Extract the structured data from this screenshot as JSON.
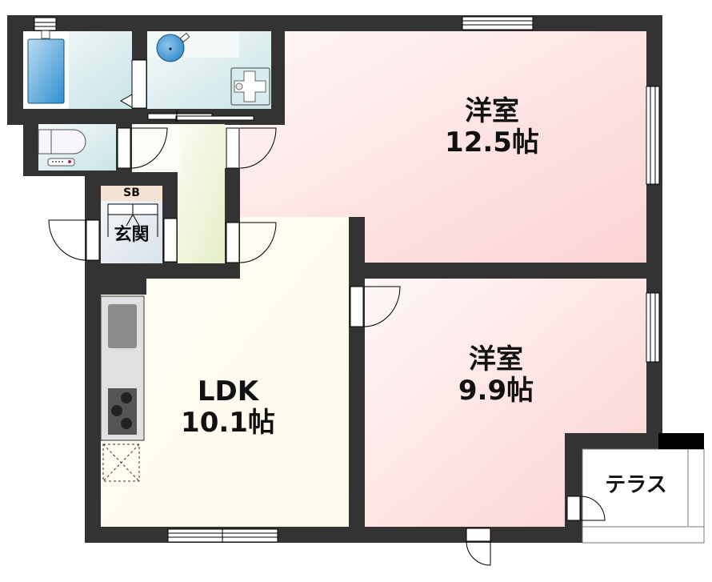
{
  "floorplan": {
    "colors": {
      "wall": "#333333",
      "western_room": "#fbd9d9",
      "ldk": "#fdfbf0",
      "corridor": "#e6efcf",
      "wet_area": "#d6ecef",
      "entrance": "#dfe6ec",
      "shoe_box": "#f6e2d4",
      "terrace": "#ffffff"
    },
    "rooms": {
      "western_room_1": {
        "name": "洋室",
        "size": "12.5帖"
      },
      "western_room_2": {
        "name": "洋室",
        "size": "9.9帖"
      },
      "ldk": {
        "name": "LDK",
        "size": "10.1帖"
      },
      "entrance": {
        "name": "玄関"
      },
      "shoe_box": {
        "name": "SB"
      },
      "terrace": {
        "name": "テラス"
      }
    },
    "fixtures": [
      "bathtub",
      "washbasin",
      "washing-machine-pan",
      "toilet",
      "kitchen-sink",
      "stove",
      "refrigerator-space"
    ]
  }
}
